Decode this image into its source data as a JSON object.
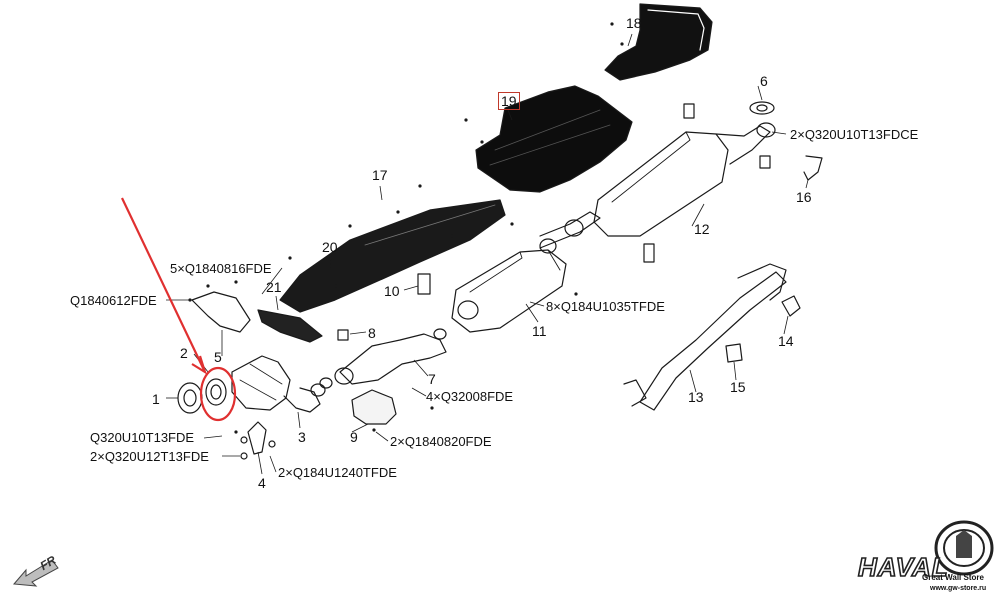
{
  "callouts": [
    {
      "id": "p1",
      "text": "1"
    },
    {
      "id": "p2",
      "text": "2"
    },
    {
      "id": "p3",
      "text": "3"
    },
    {
      "id": "p4",
      "text": "4"
    },
    {
      "id": "p5",
      "text": "5"
    },
    {
      "id": "p6",
      "text": "6"
    },
    {
      "id": "p7",
      "text": "7"
    },
    {
      "id": "p8",
      "text": "8"
    },
    {
      "id": "p9",
      "text": "9"
    },
    {
      "id": "p10",
      "text": "10"
    },
    {
      "id": "p11",
      "text": "11"
    },
    {
      "id": "p12",
      "text": "12"
    },
    {
      "id": "p13",
      "text": "13"
    },
    {
      "id": "p14",
      "text": "14"
    },
    {
      "id": "p15",
      "text": "15"
    },
    {
      "id": "p16",
      "text": "16"
    },
    {
      "id": "p17",
      "text": "17"
    },
    {
      "id": "p18",
      "text": "18"
    },
    {
      "id": "p19",
      "text": "19"
    },
    {
      "id": "p20",
      "text": "20"
    },
    {
      "id": "p21",
      "text": "21"
    }
  ],
  "fasteners": [
    {
      "id": "f1",
      "text": "2×Q320U10T13FDCE"
    },
    {
      "id": "f2",
      "text": "5×Q1840816FDE"
    },
    {
      "id": "f3",
      "text": "Q1840612FDE"
    },
    {
      "id": "f4",
      "text": "8×Q184U1035TFDE"
    },
    {
      "id": "f5",
      "text": "4×Q32008FDE"
    },
    {
      "id": "f6",
      "text": "2×Q1840820FDE"
    },
    {
      "id": "f7",
      "text": "Q320U10T13FDE"
    },
    {
      "id": "f8",
      "text": "2×Q320U12T13FDE"
    },
    {
      "id": "f9",
      "text": "2×Q184U1240TFDE"
    }
  ],
  "direction": {
    "label": "FR"
  },
  "brand": {
    "word": "HAVAL",
    "store": "Great Wall Store",
    "url": "www.gw-store.ru"
  },
  "colors": {
    "line": "#1a1a1a",
    "highlight": "#e03030",
    "box": "#c0392b"
  },
  "icons": {
    "direction": "arrow-fr-icon",
    "logo": "haval-logo-icon"
  }
}
